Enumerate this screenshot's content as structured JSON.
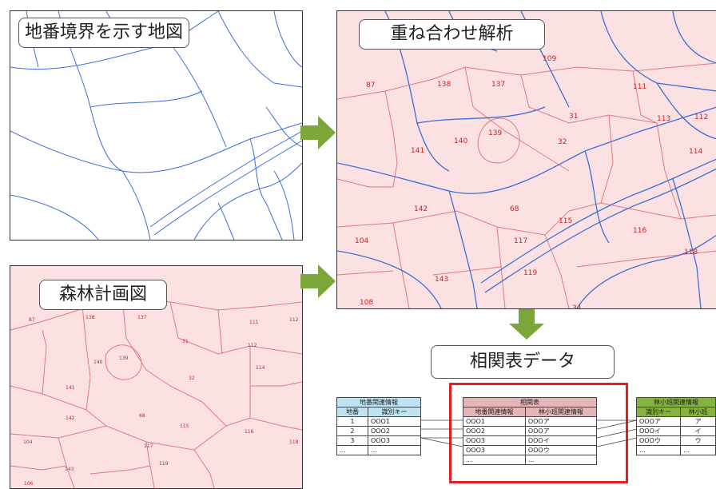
{
  "panels": {
    "cadastral": {
      "title": "地番境界を示す地図"
    },
    "overlay": {
      "title": "重ね合わせ解析"
    },
    "forest": {
      "title": "森林計画図"
    },
    "correlation": {
      "title": "相関表データ"
    }
  },
  "colors": {
    "blue_line": "#3b6fd6",
    "red_line": "#e07a80",
    "pink_fill": "#fbe1e2",
    "arrow_green": "#7aa63a",
    "table_blue_header": "#bfe3f2",
    "table_pink_header": "#e3b7b7",
    "table_green_header": "#86b33f",
    "highlight_red": "#e02020"
  },
  "overlay_labels": [
    "109",
    "138",
    "137",
    "87",
    "139",
    "140",
    "111",
    "113",
    "112",
    "31",
    "114",
    "32",
    "141",
    "142",
    "68",
    "115",
    "116",
    "104",
    "117",
    "118",
    "143",
    "119",
    "108",
    "34"
  ],
  "forest_labels": [
    "87",
    "138",
    "137",
    "111",
    "31",
    "112",
    "112",
    "140",
    "139",
    "114",
    "32",
    "141",
    "142",
    "68",
    "115",
    "116",
    "104",
    "117",
    "118",
    "143",
    "119",
    "106"
  ],
  "tables": {
    "chiban": {
      "title": "地番関連情報",
      "headers": [
        "地番",
        "識別キー"
      ],
      "rows": [
        [
          "1",
          "OOO1"
        ],
        [
          "2",
          "OOO2"
        ],
        [
          "3",
          "OOO3"
        ],
        [
          "...",
          "..."
        ]
      ]
    },
    "sokan": {
      "title": "相関表",
      "headers": [
        "地番関連情報",
        "林小班関連情報"
      ],
      "rows": [
        [
          "OOO1",
          "OOOア"
        ],
        [
          "OOO2",
          "OOOア"
        ],
        [
          "OOO3",
          "OOOイ"
        ],
        [
          "OOO3",
          "OOOウ"
        ],
        [
          "...",
          "..."
        ]
      ]
    },
    "rinshohan": {
      "title": "林小班関連情報",
      "headers": [
        "識別キー",
        "林小班"
      ],
      "rows": [
        [
          "OOOア",
          "ア"
        ],
        [
          "OOOイ",
          "イ"
        ],
        [
          "OOOウ",
          "ウ"
        ],
        [
          "...",
          "..."
        ]
      ]
    }
  }
}
